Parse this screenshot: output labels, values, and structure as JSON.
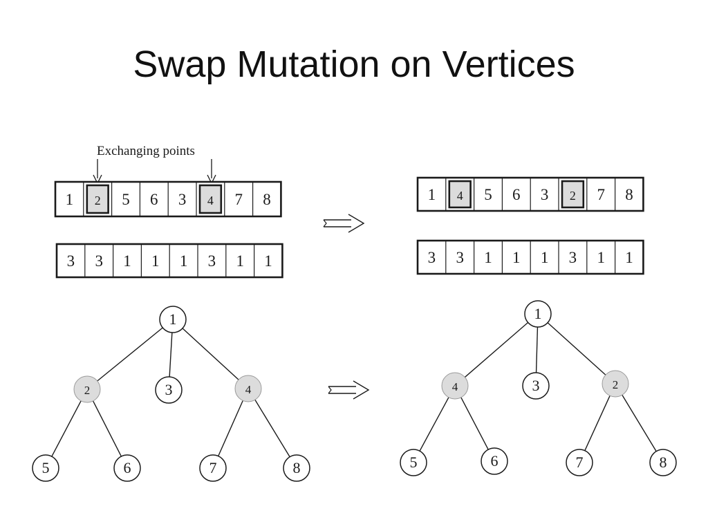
{
  "title": "Swap Mutation on Vertices",
  "annotation": "Exchanging points",
  "before": {
    "vertex_sequence": [
      "1",
      "2",
      "5",
      "6",
      "3",
      "4",
      "7",
      "8"
    ],
    "highlighted": [
      1,
      5
    ],
    "depth_sequence": [
      "3",
      "3",
      "1",
      "1",
      "1",
      "3",
      "1",
      "1"
    ],
    "tree": {
      "root": "1",
      "level1": [
        "2",
        "3",
        "4"
      ],
      "leaves": [
        "5",
        "6",
        "7",
        "8"
      ]
    }
  },
  "after": {
    "vertex_sequence": [
      "1",
      "4",
      "5",
      "6",
      "3",
      "2",
      "7",
      "8"
    ],
    "highlighted": [
      1,
      5
    ],
    "depth_sequence": [
      "3",
      "3",
      "1",
      "1",
      "1",
      "3",
      "1",
      "1"
    ],
    "tree": {
      "root": "1",
      "level1": [
        "4",
        "3",
        "2"
      ],
      "leaves": [
        "5",
        "6",
        "7",
        "8"
      ]
    }
  },
  "colors": {
    "ink": "#1a1a1a",
    "highlight_fill": "#dcdcdc",
    "node_fill": "#ffffff"
  }
}
